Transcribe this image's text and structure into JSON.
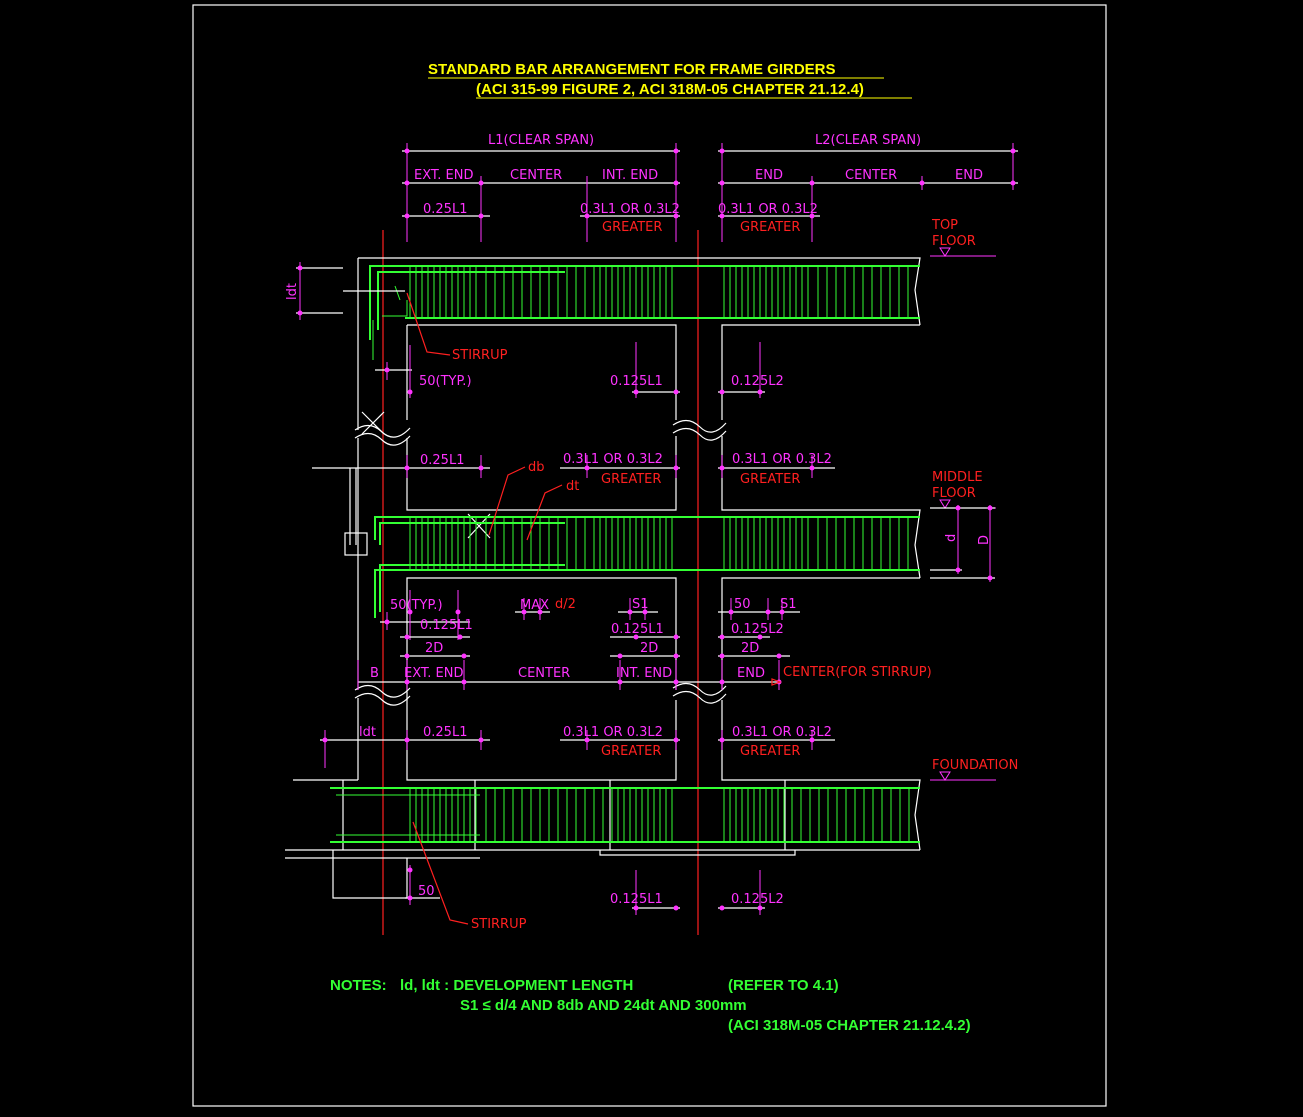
{
  "title": {
    "line1": "STANDARD BAR ARRANGEMENT FOR FRAME GIRDERS",
    "line2": "(ACI 315-99 FIGURE 2, ACI 318M-05 CHAPTER 21.12.4)"
  },
  "spans": {
    "l1": "L1(CLEAR SPAN)",
    "l2": "L2(CLEAR SPAN)",
    "ext_end": "EXT. END",
    "center": "CENTER",
    "int_end": "INT. END",
    "end": "END",
    "quarter_l1": "0.25L1",
    "frac_l1_l2": "0.3L1  OR  0.3L2",
    "greater": "GREATER",
    "eighth_l1": "0.125L1",
    "eighth_l2": "0.125L2",
    "center_stirrup": "CENTER(FOR STIRRUP)"
  },
  "levels": {
    "top_floor": [
      "TOP",
      "FLOOR"
    ],
    "middle_floor": [
      "MIDDLE",
      "FLOOR"
    ],
    "foundation": "FOUNDATION"
  },
  "labels": {
    "stirrup": "STIRRUP",
    "typ50": "50(TYP.)",
    "fifty": "50",
    "ldt": "ldt",
    "db": "db",
    "dt": "dt",
    "d": "d",
    "D": "D",
    "B": "B",
    "two_d": "2D",
    "s1": "S1",
    "max": "MAX",
    "d_half": "d/2"
  },
  "notes": {
    "prefix": "NOTES:",
    "line1": "ld, ldt : DEVELOPMENT LENGTH",
    "ref1": "(REFER TO 4.1)",
    "line2": "S1 ≤ d/4 AND 8db AND 24dt AND 300mm",
    "ref2": "(ACI 318M-05 CHAPTER 21.12.4.2)"
  },
  "colors": {
    "title": "#ffff00",
    "dimension": "#ff33ff",
    "axis": "#ff2020",
    "rebar": "#33ff33",
    "outline": "#ffffff"
  }
}
